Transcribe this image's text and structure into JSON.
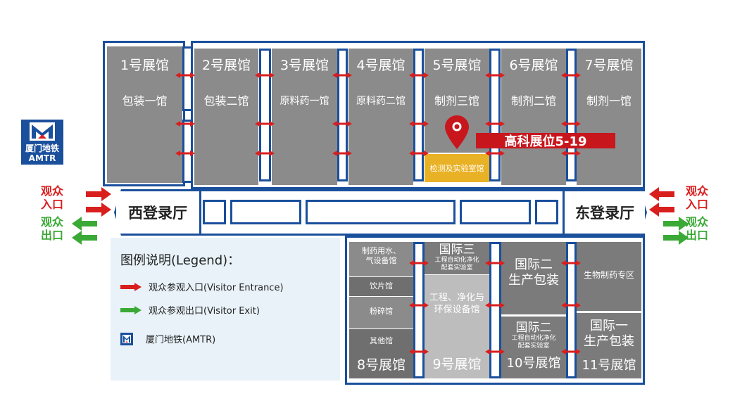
{
  "halls": {
    "h1": {
      "num": "1号展馆",
      "sub": "包装一馆"
    },
    "h2": {
      "num": "2号展馆",
      "sub": "包装二馆"
    },
    "h3": {
      "num": "3号展馆",
      "sub": "原料药一馆"
    },
    "h4": {
      "num": "4号展馆",
      "sub": "原料药二馆"
    },
    "h5": {
      "num": "5号展馆",
      "sub": "制剂三馆",
      "lab": "检测及实验室馆"
    },
    "h6": {
      "num": "6号展馆",
      "sub": "制剂二馆"
    },
    "h7": {
      "num": "7号展馆",
      "sub": "制剂一馆"
    },
    "h8": {
      "num": "8号展馆",
      "zones": [
        "制药用水、\n气设备馆",
        "饮片馆",
        "粉碎馆",
        "其他馆"
      ]
    },
    "h9": {
      "num": "9号展馆",
      "top": "国际三",
      "top_sub": "工程自动化净化\n配套实验室",
      "mid": "工程、净化与\n环保设备馆"
    },
    "h10": {
      "num": "10号展馆",
      "top": "国际二\n生产包装",
      "mid": "国际二",
      "mid_sub": "工程自动化净化\n配套实验室"
    },
    "h11": {
      "num": "11号展馆",
      "top": "生物制药专区",
      "mid": "国际一\n生产包装"
    }
  },
  "booth": "高科展位5-19",
  "lobbies": {
    "west": "西登录厅",
    "east": "东登录厅"
  },
  "side": {
    "entrance": "观众\n入口",
    "exit": "观众\n出口"
  },
  "metro": {
    "cn": "厦门地铁",
    "en": "AMTR"
  },
  "legend": {
    "title": "图例说明(Legend)：",
    "entrance": "观众参观入口(Visitor Entrance)",
    "exit": "观众参观出口(Visitor Exit)",
    "metro": "厦门地铁(AMTR)"
  },
  "colors": {
    "frame": "#1a4f9c",
    "hall": "#8b8b8c",
    "lab": "#e9b125",
    "booth": "#c8161d",
    "entrance": "#d91e1e",
    "exit": "#3aa935"
  }
}
